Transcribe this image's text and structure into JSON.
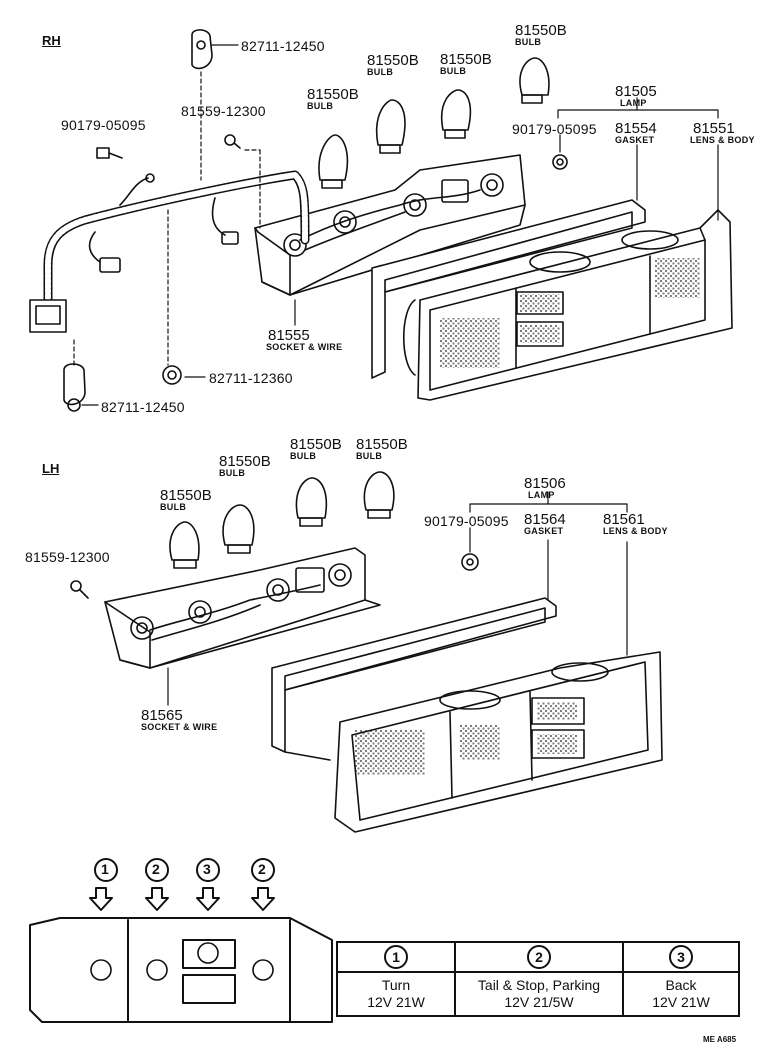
{
  "sections": {
    "rh": "RH",
    "lh": "LH"
  },
  "parts": {
    "rh_82711_12450_top": "82711-12450",
    "rh_81559": "81559-12300",
    "rh_90179_left": "90179-05095",
    "rh_bulb1": {
      "pn": "81550B",
      "label": "BULB"
    },
    "rh_bulb2": {
      "pn": "81550B",
      "label": "BULB"
    },
    "rh_bulb3": {
      "pn": "81550B",
      "label": "BULB"
    },
    "rh_bulb4": {
      "pn": "81550B",
      "label": "BULB"
    },
    "rh_lamp": {
      "pn": "81505",
      "label": "LAMP"
    },
    "rh_90179_right": "90179-05095",
    "rh_gasket": {
      "pn": "81554",
      "label": "GASKET"
    },
    "rh_lens": {
      "pn": "81551",
      "label": "LENS & BODY"
    },
    "rh_socket": {
      "pn": "81555",
      "label": "SOCKET & WIRE"
    },
    "rh_82711_12360": "82711-12360",
    "rh_82711_12450_bottom": "82711-12450",
    "lh_bulb1": {
      "pn": "81550B",
      "label": "BULB"
    },
    "lh_bulb2": {
      "pn": "81550B",
      "label": "BULB"
    },
    "lh_bulb3": {
      "pn": "81550B",
      "label": "BULB"
    },
    "lh_bulb4": {
      "pn": "81550B",
      "label": "BULB"
    },
    "lh_lamp": {
      "pn": "81506",
      "label": "LAMP"
    },
    "lh_90179": "90179-05095",
    "lh_gasket": {
      "pn": "81564",
      "label": "GASKET"
    },
    "lh_lens": {
      "pn": "81561",
      "label": "LENS & BODY"
    },
    "lh_81559": "81559-12300",
    "lh_socket": {
      "pn": "81565",
      "label": "SOCKET & WIRE"
    }
  },
  "position_markers": [
    "1",
    "2",
    "3",
    "2"
  ],
  "bulb_table": [
    {
      "num": "1",
      "function": "Turn",
      "spec": "12V 21W"
    },
    {
      "num": "2",
      "function": "Tail & Stop, Parking",
      "spec": "12V 21/5W"
    },
    {
      "num": "3",
      "function": "Back",
      "spec": "12V 21W"
    }
  ],
  "figure_code": "ME A685"
}
